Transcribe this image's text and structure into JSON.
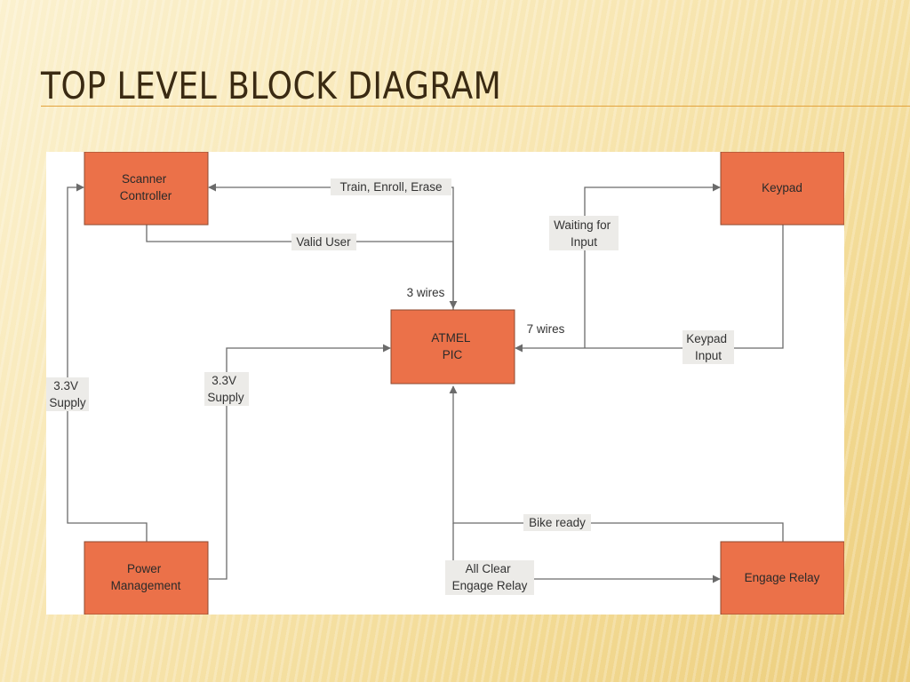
{
  "slide": {
    "title": "TOP LEVEL BLOCK DIAGRAM"
  },
  "colors": {
    "block_fill": "#eb7149",
    "block_border": "#8c4a30",
    "wire": "#6b6b6b",
    "title_rule": "#e3a33e"
  },
  "diagram": {
    "blocks": {
      "scanner": [
        "Scanner",
        "Controller"
      ],
      "keypad": [
        "Keypad"
      ],
      "pic": [
        "ATMEL",
        "PIC"
      ],
      "power": [
        "Power",
        "Management"
      ],
      "relay": [
        "Engage Relay"
      ]
    },
    "labels": {
      "train": [
        "Train, Enroll, Erase"
      ],
      "valid_user": [
        "Valid User"
      ],
      "three_wires": [
        "3 wires"
      ],
      "waiting": [
        "Waiting for",
        "Input"
      ],
      "seven_wires": [
        "7 wires"
      ],
      "keypad_input": [
        "Keypad",
        "Input"
      ],
      "supply_left": [
        "3.3V",
        "Supply"
      ],
      "supply_mid": [
        "3.3V",
        "Supply"
      ],
      "bike_ready": [
        "Bike ready"
      ],
      "all_clear": [
        "All Clear",
        "Engage Relay"
      ]
    }
  }
}
